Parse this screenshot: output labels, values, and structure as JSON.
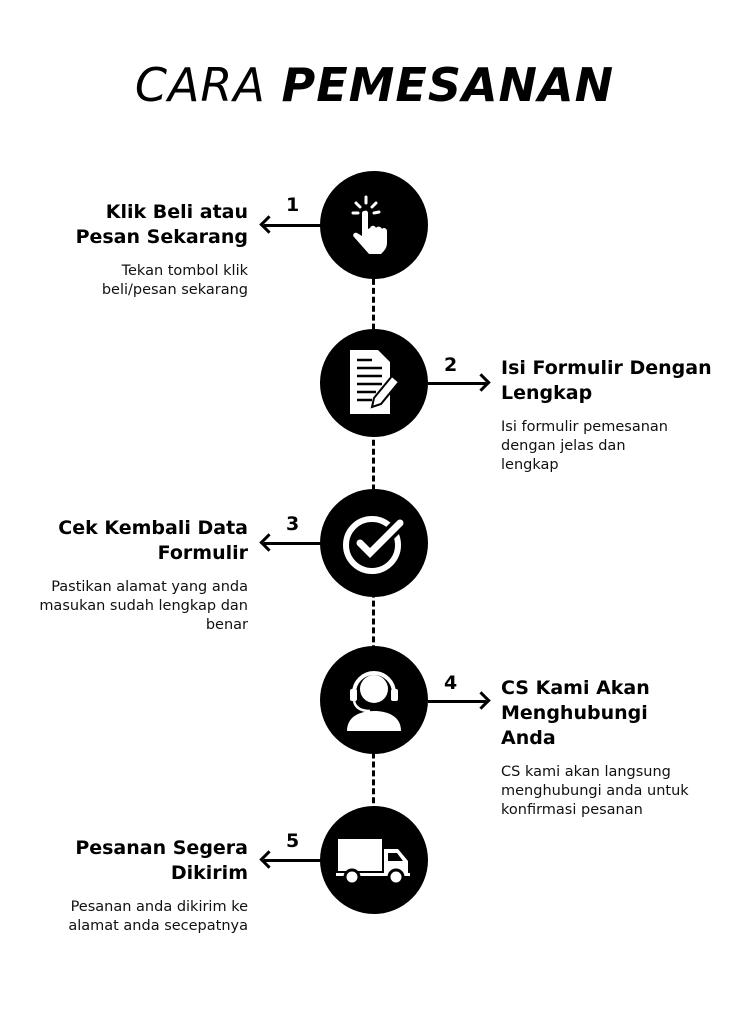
{
  "title": {
    "light": "CARA",
    "bold": "PEMESANAN"
  },
  "steps": [
    {
      "number": "1",
      "title": "Klik Beli atau Pesan Sekarang",
      "desc": "Tekan tombol klik beli/pesan sekarang",
      "icon": "pointing-hand-icon",
      "side": "left"
    },
    {
      "number": "2",
      "title": "Isi Formulir Dengan Lengkap",
      "desc": "Isi formulir pemesanan dengan jelas dan lengkap",
      "icon": "document-pen-icon",
      "side": "right"
    },
    {
      "number": "3",
      "title": "Cek Kembali Data Formulir",
      "desc": "Pastikan alamat yang anda masukan sudah lengkap dan benar",
      "icon": "check-circle-icon",
      "side": "left"
    },
    {
      "number": "4",
      "title": "CS Kami Akan Menghubungi Anda",
      "desc": "CS kami akan langsung menghubungi anda untuk konfirmasi pesanan",
      "icon": "headset-user-icon",
      "side": "right"
    },
    {
      "number": "5",
      "title": "Pesanan Segera Dikirim",
      "desc": "Pesanan anda dikirim ke alamat anda secepatnya",
      "icon": "delivery-truck-icon",
      "side": "left"
    }
  ]
}
